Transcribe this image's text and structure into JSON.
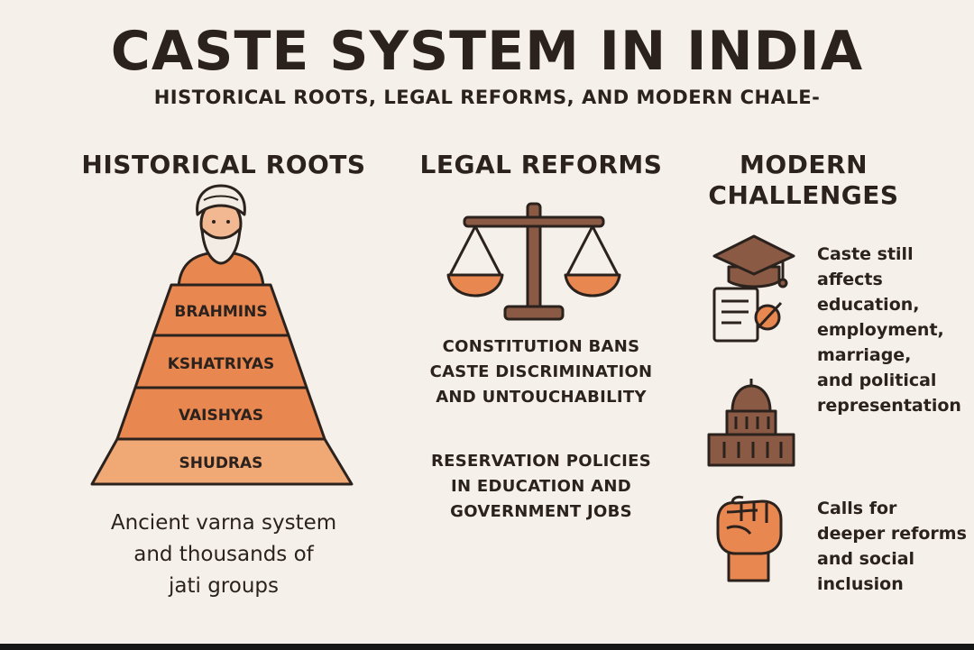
{
  "header": {
    "title": "CASTE SYSTEM IN INDIA",
    "subtitle": "HISTORICAL ROOTS, LEGAL REFORMS, AND MODERN CHALE-"
  },
  "historical": {
    "heading": "HISTORICAL ROOTS",
    "pyramid": [
      "BRAHMINS",
      "KSHATRIYAS",
      "VAISHYAS",
      "SHUDRAS"
    ],
    "caption_lines": [
      "Ancient varna system",
      "and thousands of",
      "jati groups"
    ],
    "icon": "sage-figure-icon"
  },
  "legal": {
    "heading": "LEGAL REFORMS",
    "icon": "scales-of-justice-icon",
    "text1_lines": [
      "CONSTITUTION BANS",
      "CASTE DISCRIMINATION",
      "AND UNTOUCHABILITY"
    ],
    "text2_lines": [
      "RESERVATION POLICIES",
      "IN EDUCATION AND",
      "GOVERNMENT JOBS"
    ]
  },
  "modern": {
    "heading_lines": [
      "MODERN",
      "CHALLENGES"
    ],
    "items": [
      {
        "icon": "graduation-cap-document-icon",
        "lines": [
          "Caste still",
          "affects",
          "education,",
          "employment,",
          "marriage,",
          "and political",
          "representation"
        ]
      },
      {
        "icon": "government-building-icon",
        "lines": []
      },
      {
        "icon": "raised-fist-icon",
        "lines": [
          "Calls for",
          "deeper reforms",
          "and social",
          "inclusion"
        ]
      }
    ]
  },
  "colors": {
    "background": "#f6f0ea",
    "orange": "#e8874f",
    "orange_light": "#f0a874",
    "brown": "#8a5a44",
    "outline": "#2b221e"
  }
}
